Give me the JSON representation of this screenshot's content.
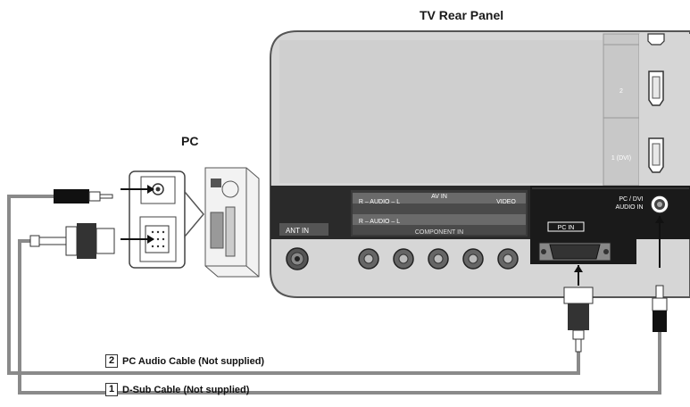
{
  "titles": {
    "tv_rear_panel": "TV Rear Panel",
    "pc": "PC"
  },
  "ports": {
    "hdmi_2": "2",
    "hdmi_1": "1 (DVI)",
    "pc_dvi_audio": "PC / DVI",
    "pc_dvi_audio_2": "AUDIO IN",
    "pc_in": "PC IN",
    "ant_in": "ANT IN",
    "av_in": "AV IN",
    "audio_top": "R – AUDIO – L",
    "video": "VIDEO",
    "audio_bottom": "R – AUDIO – L",
    "component_in": "COMPONENT IN"
  },
  "cables": [
    {
      "number": "2",
      "label": "PC Audio Cable (Not supplied)"
    },
    {
      "number": "1",
      "label": "D-Sub Cable (Not supplied)"
    }
  ],
  "colors": {
    "panel": "#d4d4d4",
    "panel_border": "#555555",
    "cable": "#8a8a8a",
    "dark_panel": "#1a1a1a",
    "connector": "#444444"
  }
}
